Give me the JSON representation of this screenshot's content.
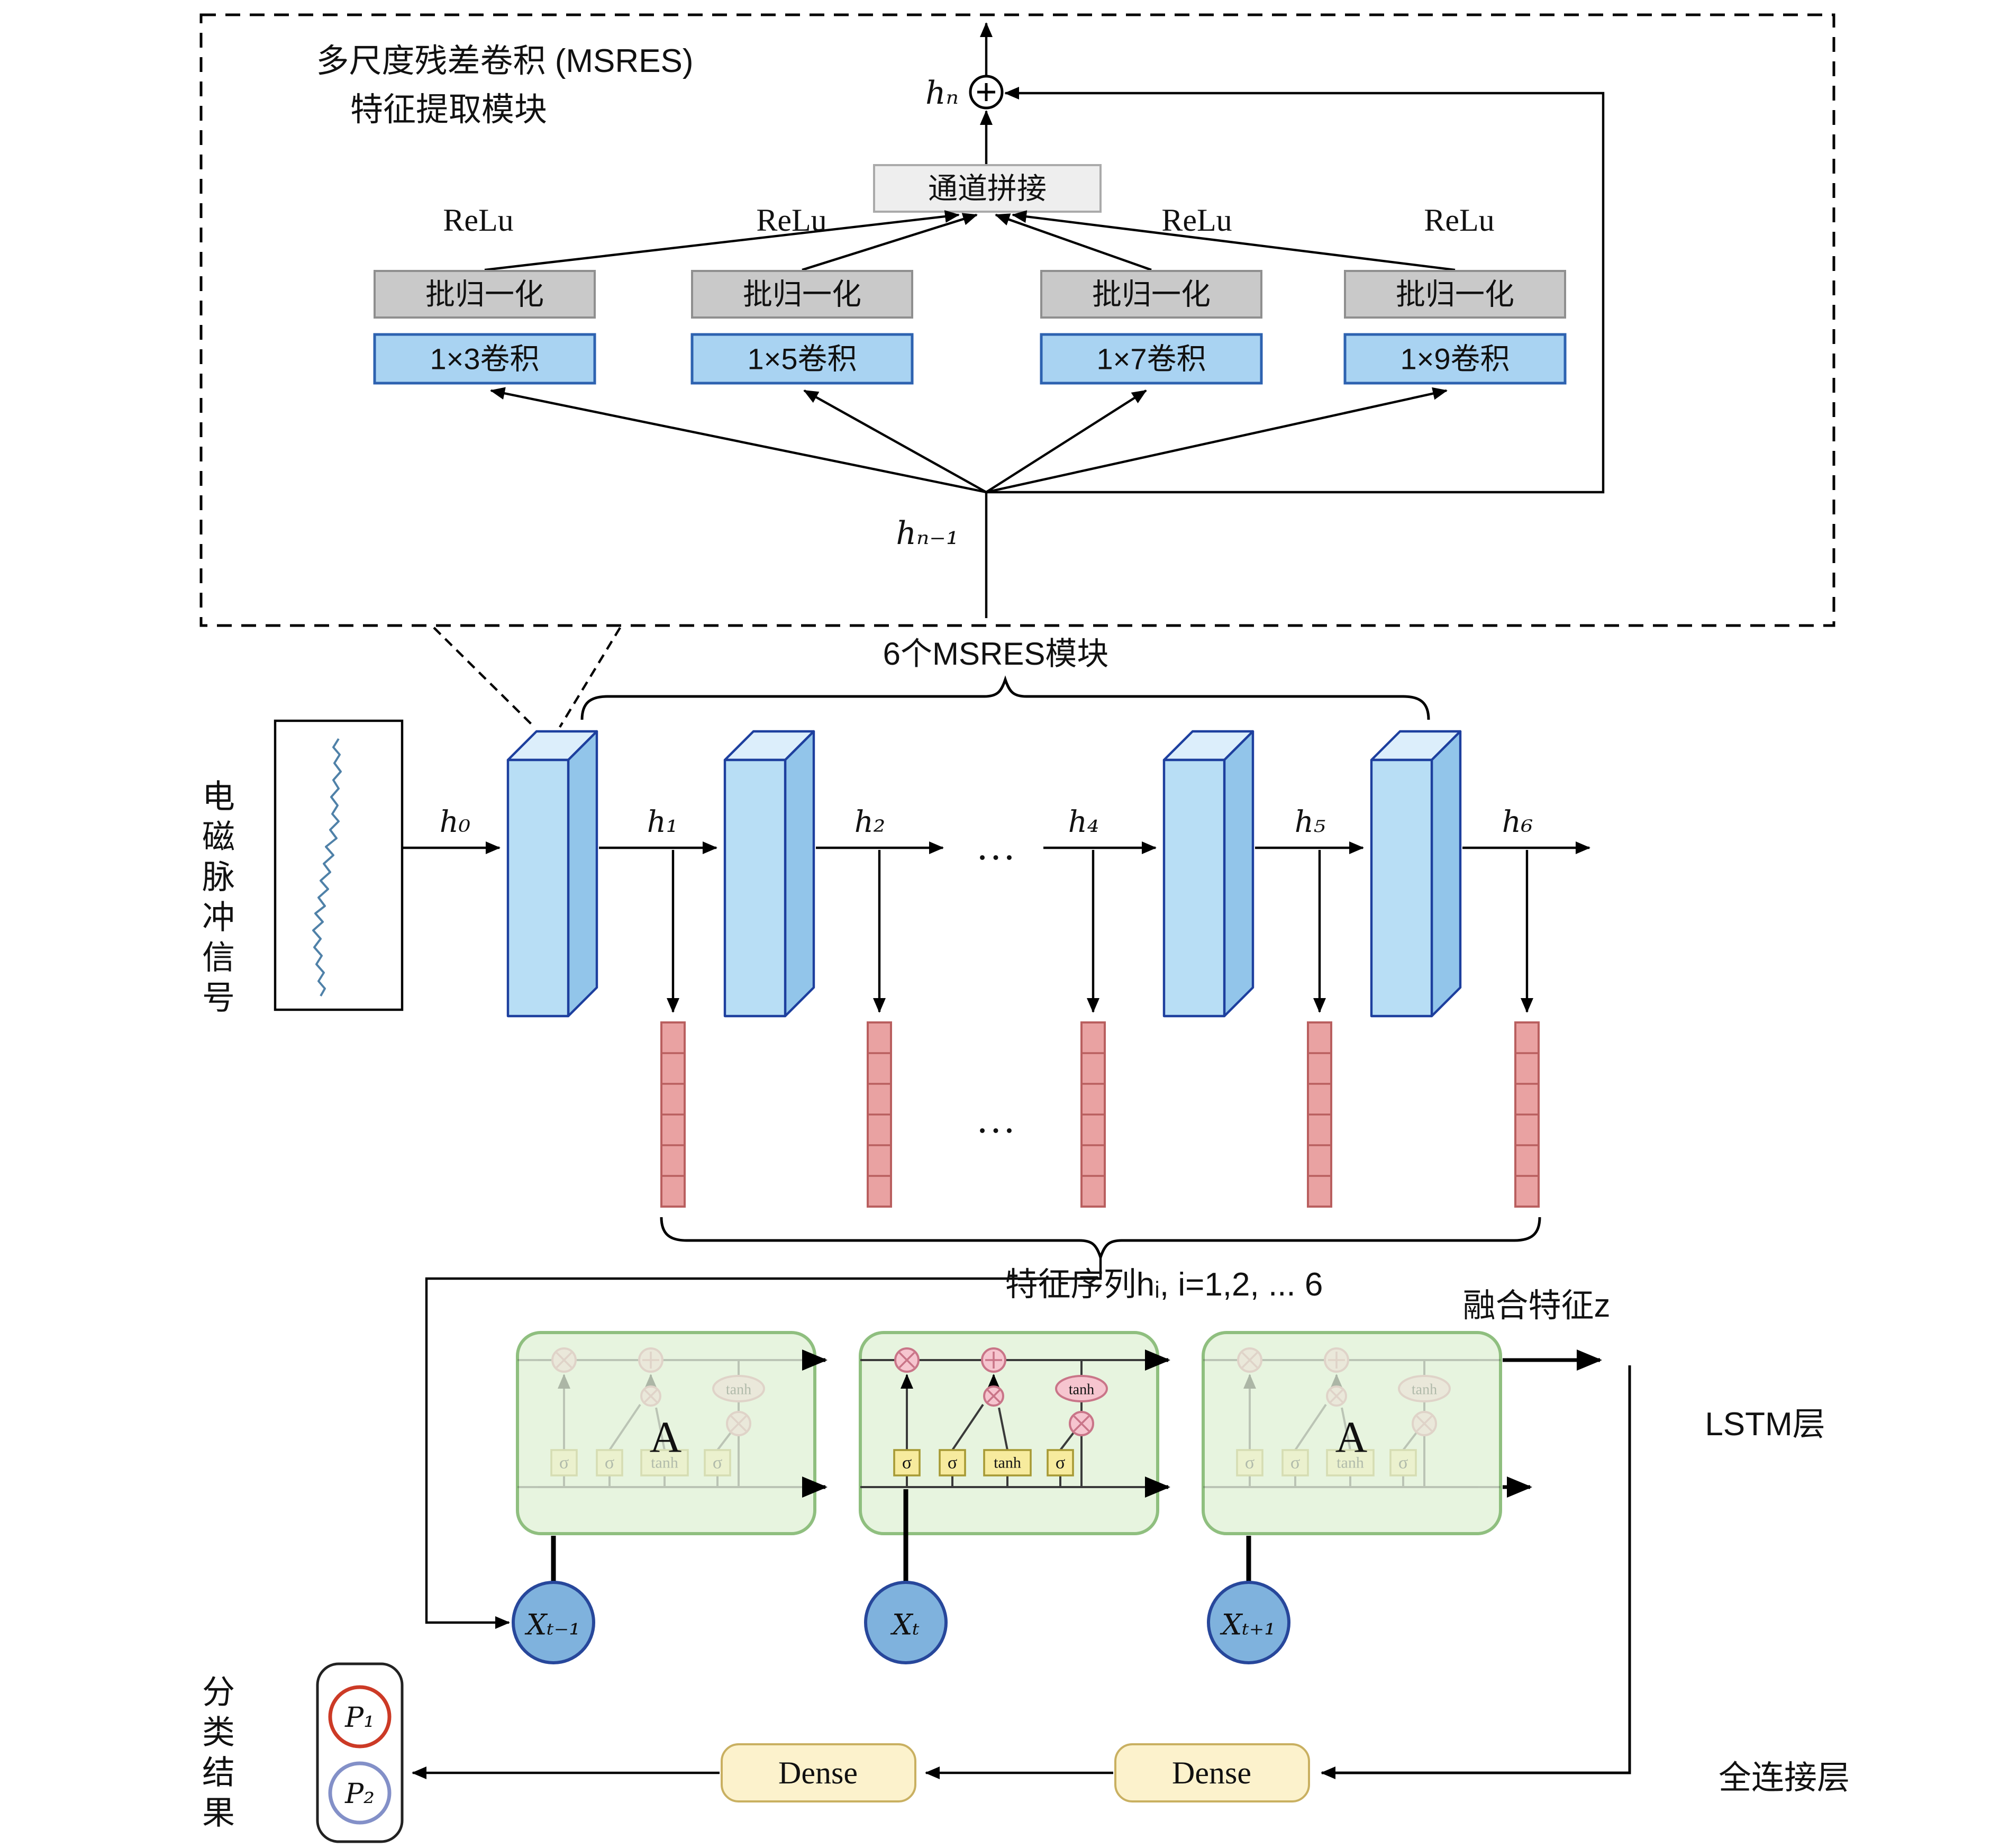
{
  "palette": {
    "conv_blue": "#a9d3f2",
    "conv_stroke": "#2d62b0",
    "bn_gray": "#c9c9c9",
    "bn_stroke": "#8f8f8f",
    "concat_gray": "#eeeeee",
    "concat_stroke": "#aaaaaa",
    "block_front": "#b8def5",
    "block_top": "#dceefb",
    "block_side": "#92c5ea",
    "block_stroke": "#1d3f9e",
    "bar_red": "#e9a2a2",
    "bar_stroke": "#b95f5f",
    "cell_green": "#e7f4df",
    "cell_stroke": "#8fbf7f",
    "gate_yellow": "#f7eb9e",
    "gate_stroke": "#a79a35",
    "node_pink": "#f6c5cf",
    "node_stroke": "#c97588",
    "input_blue": "#7fb2dd",
    "input_stroke": "#27479b",
    "dense_yellow": "#fcf2cc",
    "dense_stroke": "#c9b061",
    "p1_red": "#cc3a26",
    "p2_blue": "#8390c8",
    "signal_blue": "#4f81a8"
  },
  "msres": {
    "title1": "多尺度残差卷积 (MSRES)",
    "title2": "特征提取模块",
    "hn": "hₙ",
    "hn1": "hₙ₋₁",
    "concat": "通道拼接",
    "relu": "ReLu",
    "branches": [
      {
        "bn": "批归一化",
        "conv": "1×3卷积"
      },
      {
        "bn": "批归一化",
        "conv": "1×5卷积"
      },
      {
        "bn": "批归一化",
        "conv": "1×7卷积"
      },
      {
        "bn": "批归一化",
        "conv": "1×9卷积"
      }
    ]
  },
  "backbone": {
    "modules_label": "6个MSRES模块",
    "signal_label": "电磁脉冲信号",
    "h": [
      "h₀",
      "h₁",
      "h₂",
      "h₄",
      "h₅",
      "h₆"
    ],
    "dots": "…",
    "feature_seq": "特征序列hᵢ, i=1,2, ... 6"
  },
  "lstm": {
    "cell_a": "A",
    "sigma": "σ",
    "tanh": "tanh",
    "inputs": [
      "Xₜ₋₁",
      "Xₜ",
      "Xₜ₊₁"
    ],
    "fused_label": "融合特征z",
    "layer_label": "LSTM层"
  },
  "head": {
    "dense": "Dense",
    "fc_label": "全连接层",
    "result_label": "分类结果",
    "p1": "P₁",
    "p2": "P₂"
  }
}
